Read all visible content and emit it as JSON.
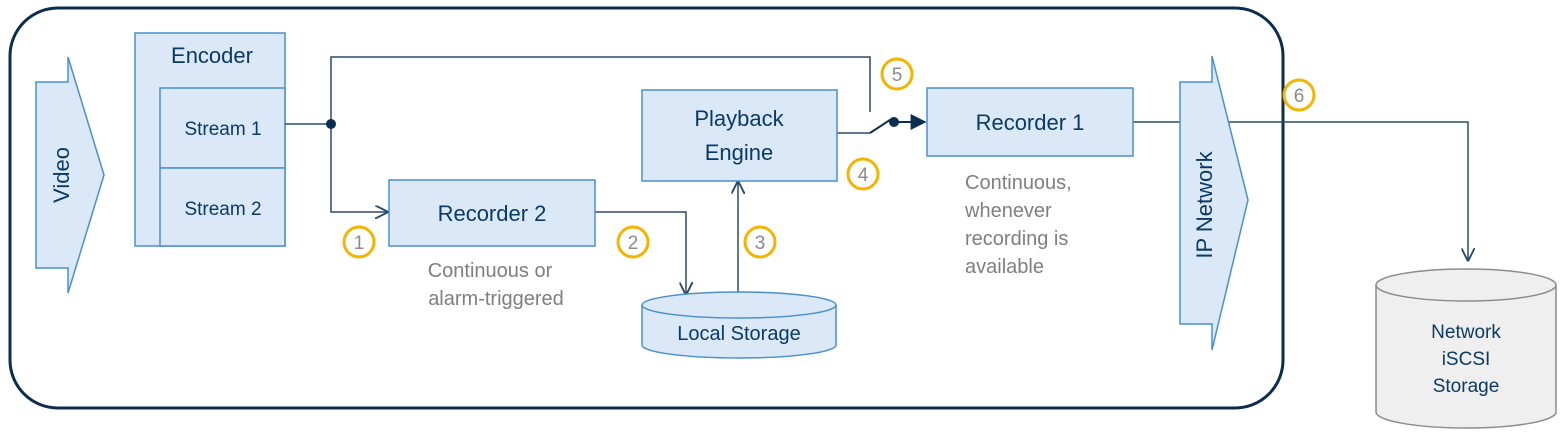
{
  "labels": {
    "video": "Video",
    "encoder": "Encoder",
    "stream1": "Stream 1",
    "stream2": "Stream 2",
    "recorder2": "Recorder 2",
    "playback_line1": "Playback",
    "playback_line2": "Engine",
    "recorder1": "Recorder 1",
    "ip_network": "IP Network",
    "local_storage": "Local Storage",
    "network_storage_line1": "Network",
    "network_storage_line2": "iSCSI",
    "network_storage_line3": "Storage"
  },
  "notes": {
    "recorder2_line1": "Continuous or",
    "recorder2_line2": "alarm-triggered",
    "recorder1_line1": "Continuous,",
    "recorder1_line2": "whenever",
    "recorder1_line3": "recording is",
    "recorder1_line4": "available"
  },
  "steps": [
    "1",
    "2",
    "3",
    "4",
    "5",
    "6"
  ],
  "colors": {
    "box_fill": "#dae8f7",
    "box_stroke": "#4a8fd0",
    "frame": "#0b2d4f",
    "text": "#0b3a66",
    "note": "#7f7f7f",
    "badge": "#f5b400",
    "line": "#2b4a6a"
  }
}
